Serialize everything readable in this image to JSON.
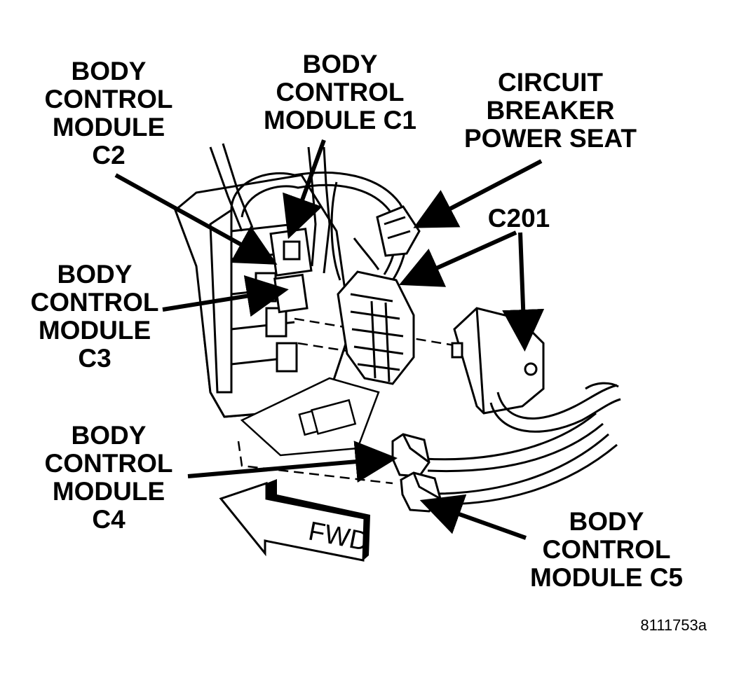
{
  "labels": {
    "bcm_c2": [
      "BODY",
      "CONTROL",
      "MODULE",
      "C2"
    ],
    "bcm_c1": [
      "BODY",
      "CONTROL",
      "MODULE C1"
    ],
    "circuit_breaker": [
      "CIRCUIT",
      "BREAKER",
      "POWER SEAT"
    ],
    "c201": [
      "C201"
    ],
    "bcm_c3": [
      "BODY",
      "CONTROL",
      "MODULE",
      "C3"
    ],
    "bcm_c4": [
      "BODY",
      "CONTROL",
      "MODULE",
      "C4"
    ],
    "bcm_c5": [
      "BODY",
      "CONTROL",
      "MODULE C5"
    ]
  },
  "fwd_text": "FWD",
  "figure_id": "8111753a",
  "colors": {
    "ink": "#000000",
    "paper": "#ffffff"
  }
}
